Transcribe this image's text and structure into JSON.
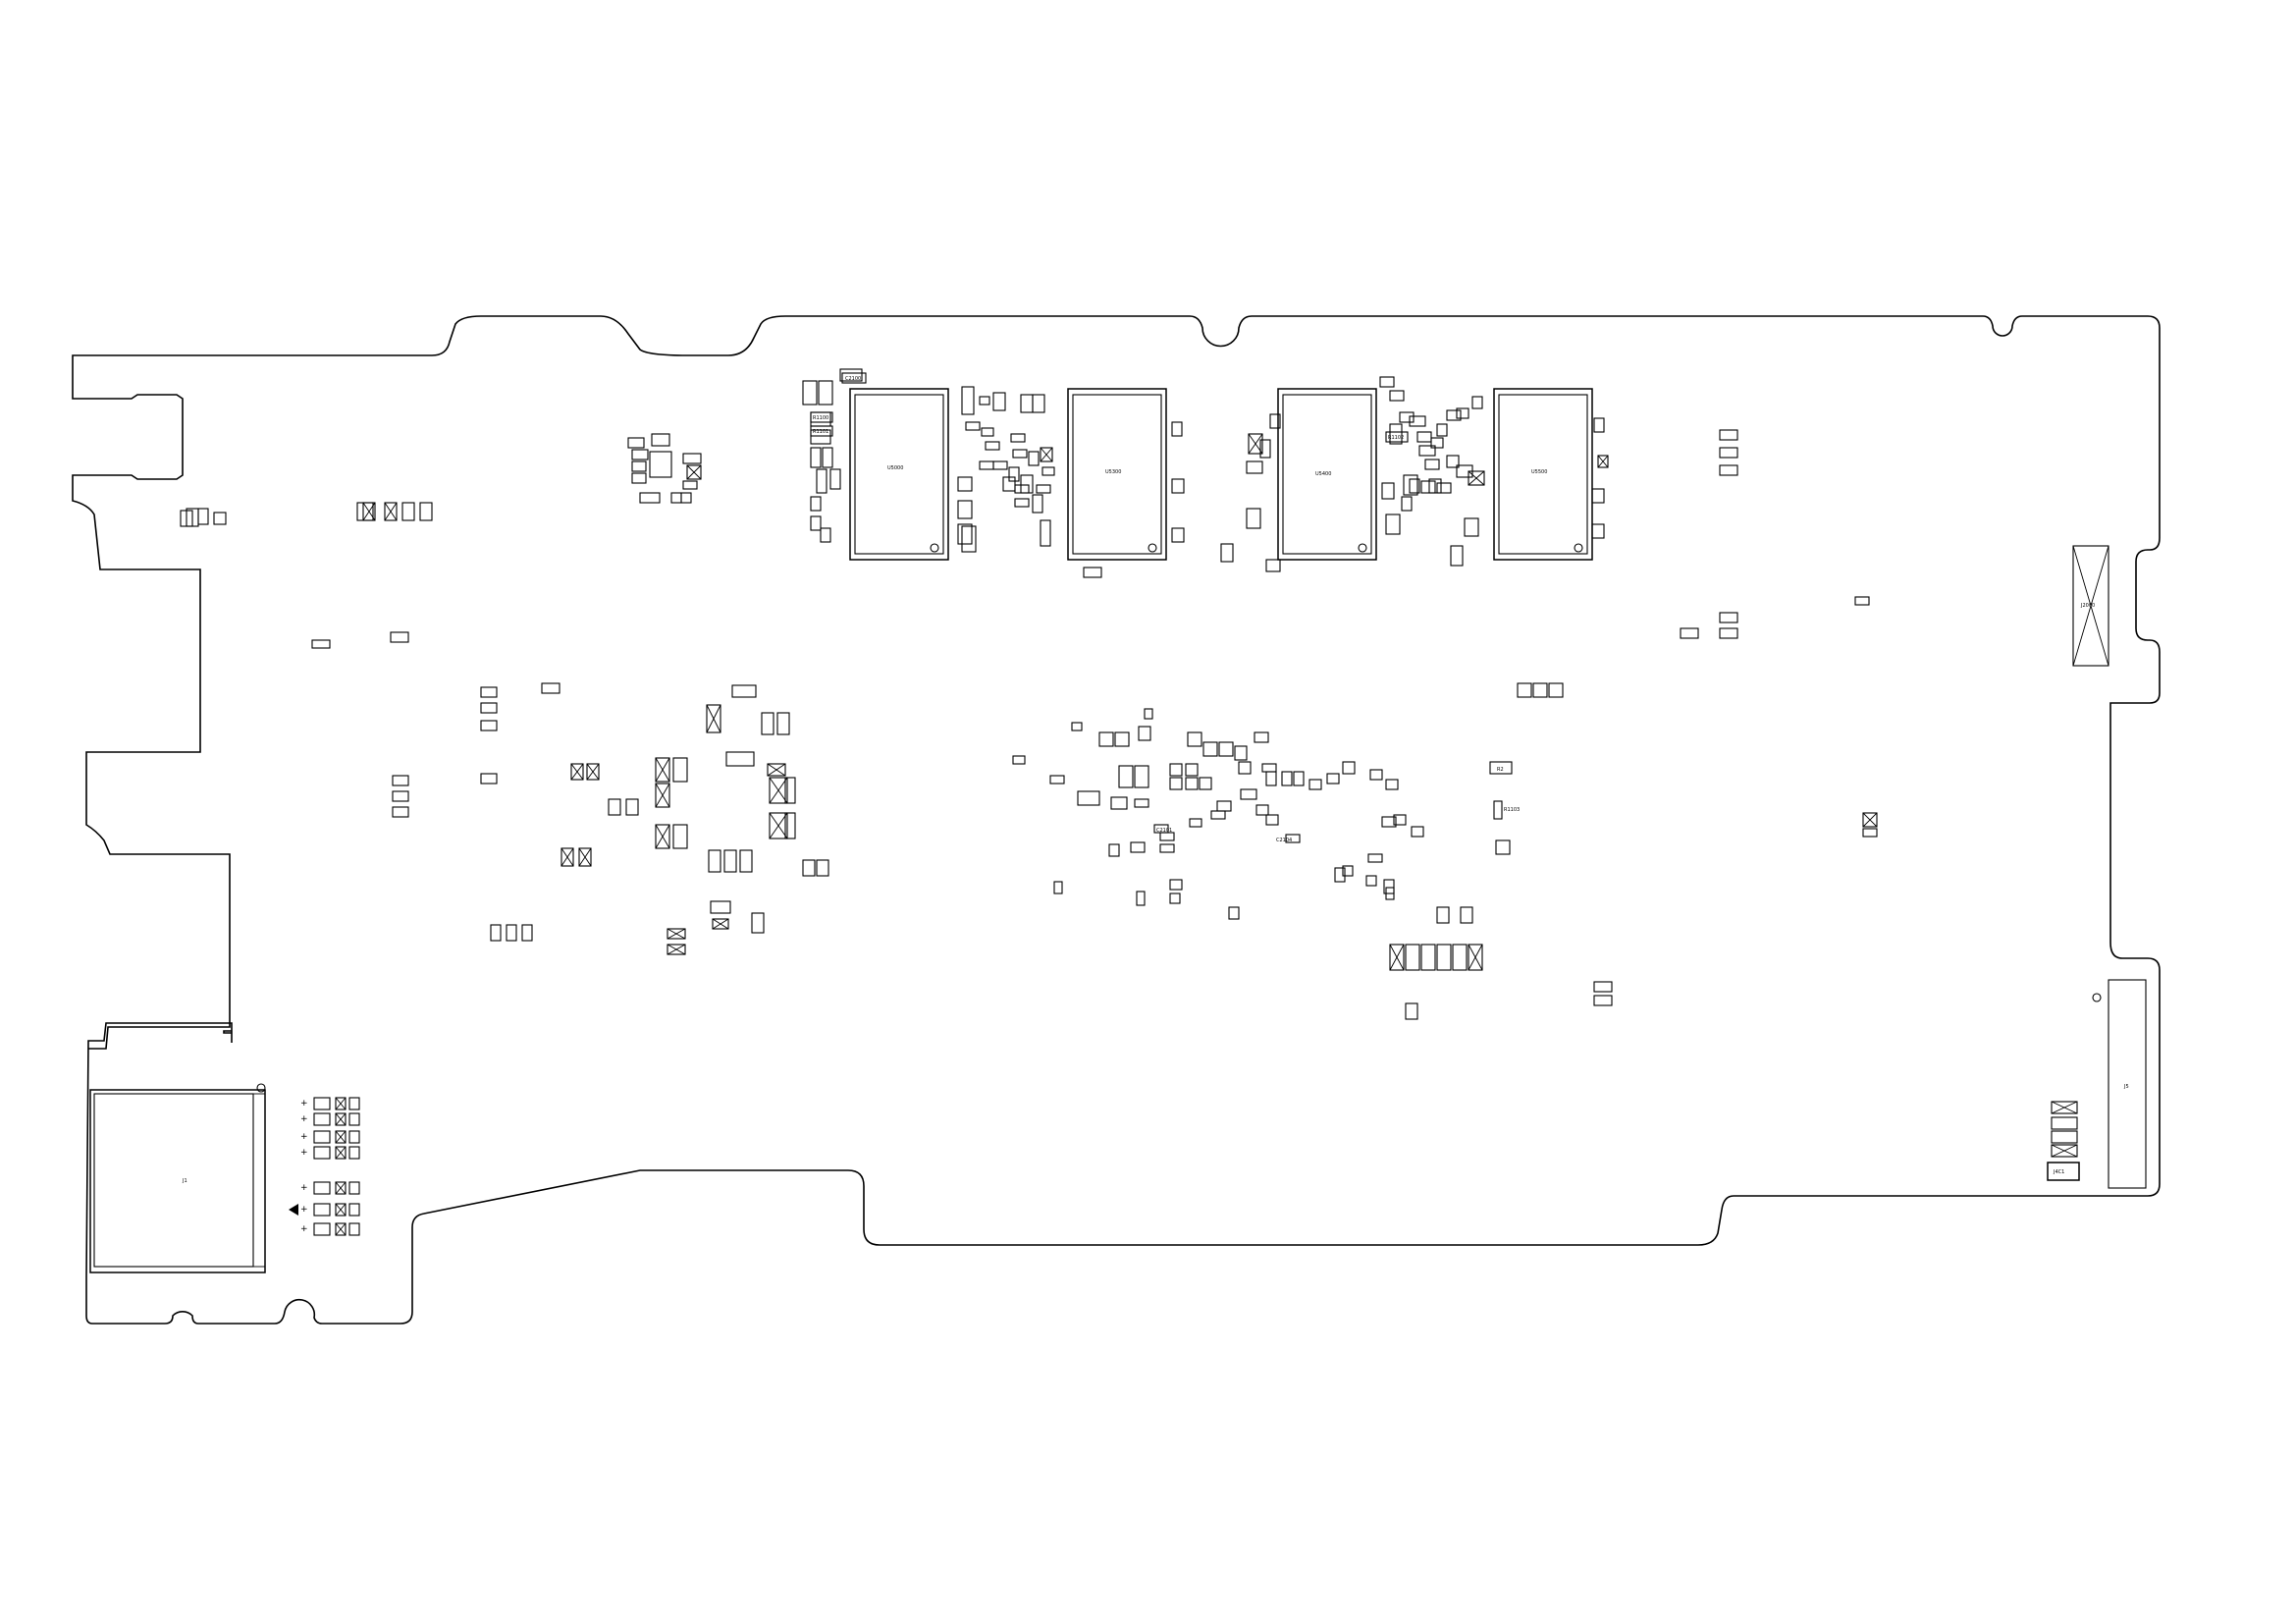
{
  "labels": {
    "u1": "U5000",
    "u2": "U5300",
    "u3": "U5400",
    "u4": "U5500",
    "j_sodimm": "J1",
    "j_right": "J5",
    "j_conn": "J2000",
    "bottom_right_part": "J4C1",
    "r1": "R2",
    "cap1": "C2100",
    "cap2": "C2101",
    "cap3": "C2104",
    "res1": "R1100",
    "res2": "R1101",
    "res3": "R1102",
    "res4": "R1103"
  },
  "colors": {
    "line": "#000000",
    "background": "#ffffff"
  }
}
